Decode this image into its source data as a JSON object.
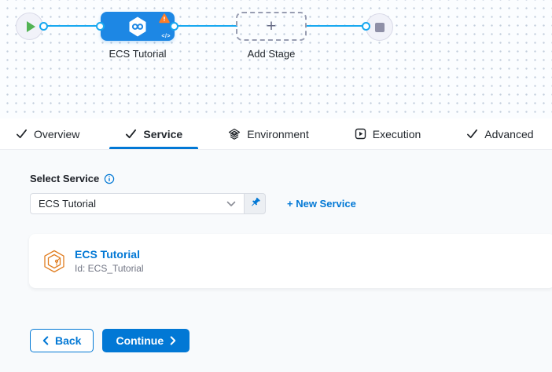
{
  "canvas": {
    "stage_label": "ECS Tutorial",
    "add_stage_label": "Add Stage",
    "code_badge": "</>",
    "plus": "+"
  },
  "tabs": [
    {
      "label": "Overview",
      "icon": "check-icon",
      "active": false
    },
    {
      "label": "Service",
      "icon": "check-icon",
      "active": true
    },
    {
      "label": "Environment",
      "icon": "environment-icon",
      "active": false
    },
    {
      "label": "Execution",
      "icon": "execution-icon",
      "active": false
    },
    {
      "label": "Advanced",
      "icon": "check-icon",
      "active": false
    }
  ],
  "service_panel": {
    "select_label": "Select Service",
    "select_value": "ECS Tutorial",
    "new_service": "+ New Service",
    "card_title": "ECS Tutorial",
    "card_id": "Id: ECS_Tutorial"
  },
  "footer": {
    "back": "Back",
    "continue": "Continue"
  },
  "icons": {
    "start_node": "play-icon",
    "end_node": "stop-icon",
    "stage": "harness-cd-hexagon-icon",
    "stage_warning": "warning-triangle-icon",
    "select_info": "info-icon",
    "select_chevron": "chevron-down-icon",
    "pin": "pin-icon",
    "service_card": "service-hexagon-icon"
  },
  "colors": {
    "primary": "#0278d5",
    "edge": "#18a8f0",
    "stage_node": "#1d87e4",
    "warning": "#ff7d27",
    "service_icon_orange": "#e07c1f",
    "content_bg": "#f8fafc"
  }
}
